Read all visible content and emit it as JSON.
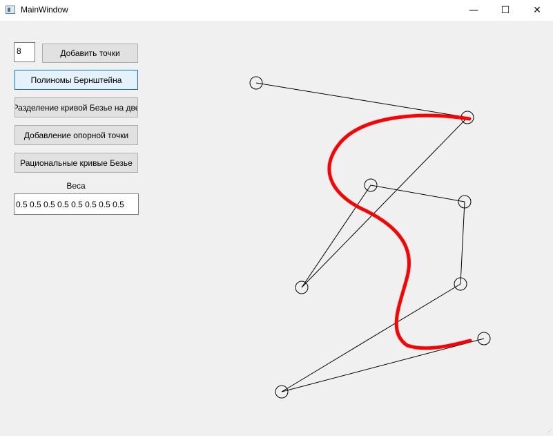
{
  "window": {
    "title": "MainWindow",
    "minimize_glyph": "—",
    "maximize_glyph": "☐",
    "close_glyph": "✕"
  },
  "controls": {
    "points_count": "8",
    "add_points": "Добавить точки",
    "bernstein": "Полиномы Бернштейна",
    "split_curve": "Разделение кривой Безье на две",
    "add_control_point": "Добавление опорной точки",
    "rational_curves": "Рациональные кривые Безье",
    "weights_label": "Веса",
    "weights_value": "0.5 0.5 0.5 0.5 0.5 0.5 0.5 0.5"
  },
  "colors": {
    "curve": "#ff0000",
    "polygon": "#000000",
    "focus": "#0078d7"
  }
}
